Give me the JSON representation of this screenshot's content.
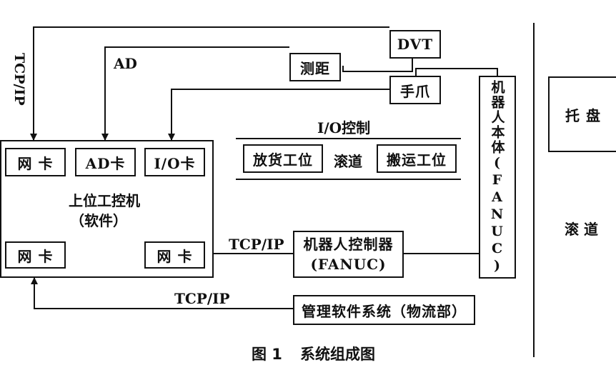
{
  "diagram": {
    "nodes": {
      "ipc_title": "上位工控机",
      "ipc_subtitle": "（软件）",
      "nic_top": "网 卡",
      "ad_card": "AD卡",
      "io_card": "I/O卡",
      "nic_bottom_left": "网 卡",
      "nic_bottom_right": "网 卡",
      "dvt": "DVT",
      "ranging": "测距",
      "gripper": "手爪",
      "put_station": "放货工位",
      "roller_mid": "滚道",
      "carry_station": "搬运工位",
      "robot_body": "机器人本体(FANUC)",
      "robot_ctrl_line1": "机器人控制器",
      "robot_ctrl_line2": "(FANUC)",
      "mgmt_system": "管理软件系统（物流部）",
      "tray": "托 盘",
      "roller_right": "滚 道"
    },
    "labels": {
      "tcpip_vertical": "TCP/IP",
      "ad": "AD",
      "io_control": "I/O控制",
      "tcpip_ctrl": "TCP/IP",
      "tcpip_mgmt": "TCP/IP"
    },
    "caption": {
      "number": "图 1",
      "title": "系统组成图"
    }
  }
}
